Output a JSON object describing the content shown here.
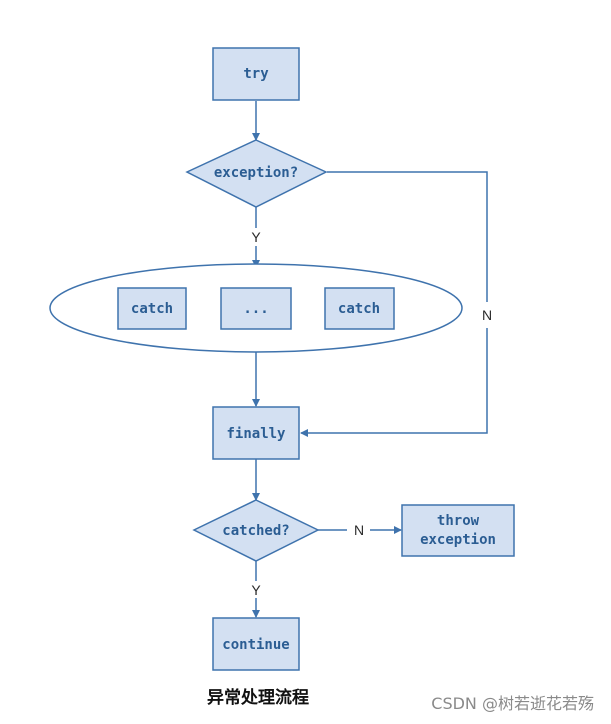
{
  "nodes": {
    "try": "try",
    "exception_check": "exception?",
    "catch_1": "catch",
    "ellipsis": "...",
    "catch_2": "catch",
    "finally": "finally",
    "catched_check": "catched?",
    "throw_line1": "throw",
    "throw_line2": "exception",
    "continue": "continue"
  },
  "edge_labels": {
    "exception_yes": "Y",
    "exception_no": "N",
    "catched_no": "N",
    "catched_yes": "Y"
  },
  "caption": "异常处理流程",
  "watermark": "CSDN @树若逝花若殇",
  "colors": {
    "node_fill": "#d3e0f2",
    "node_stroke": "#3f73ad",
    "node_text": "#2b5d93"
  }
}
